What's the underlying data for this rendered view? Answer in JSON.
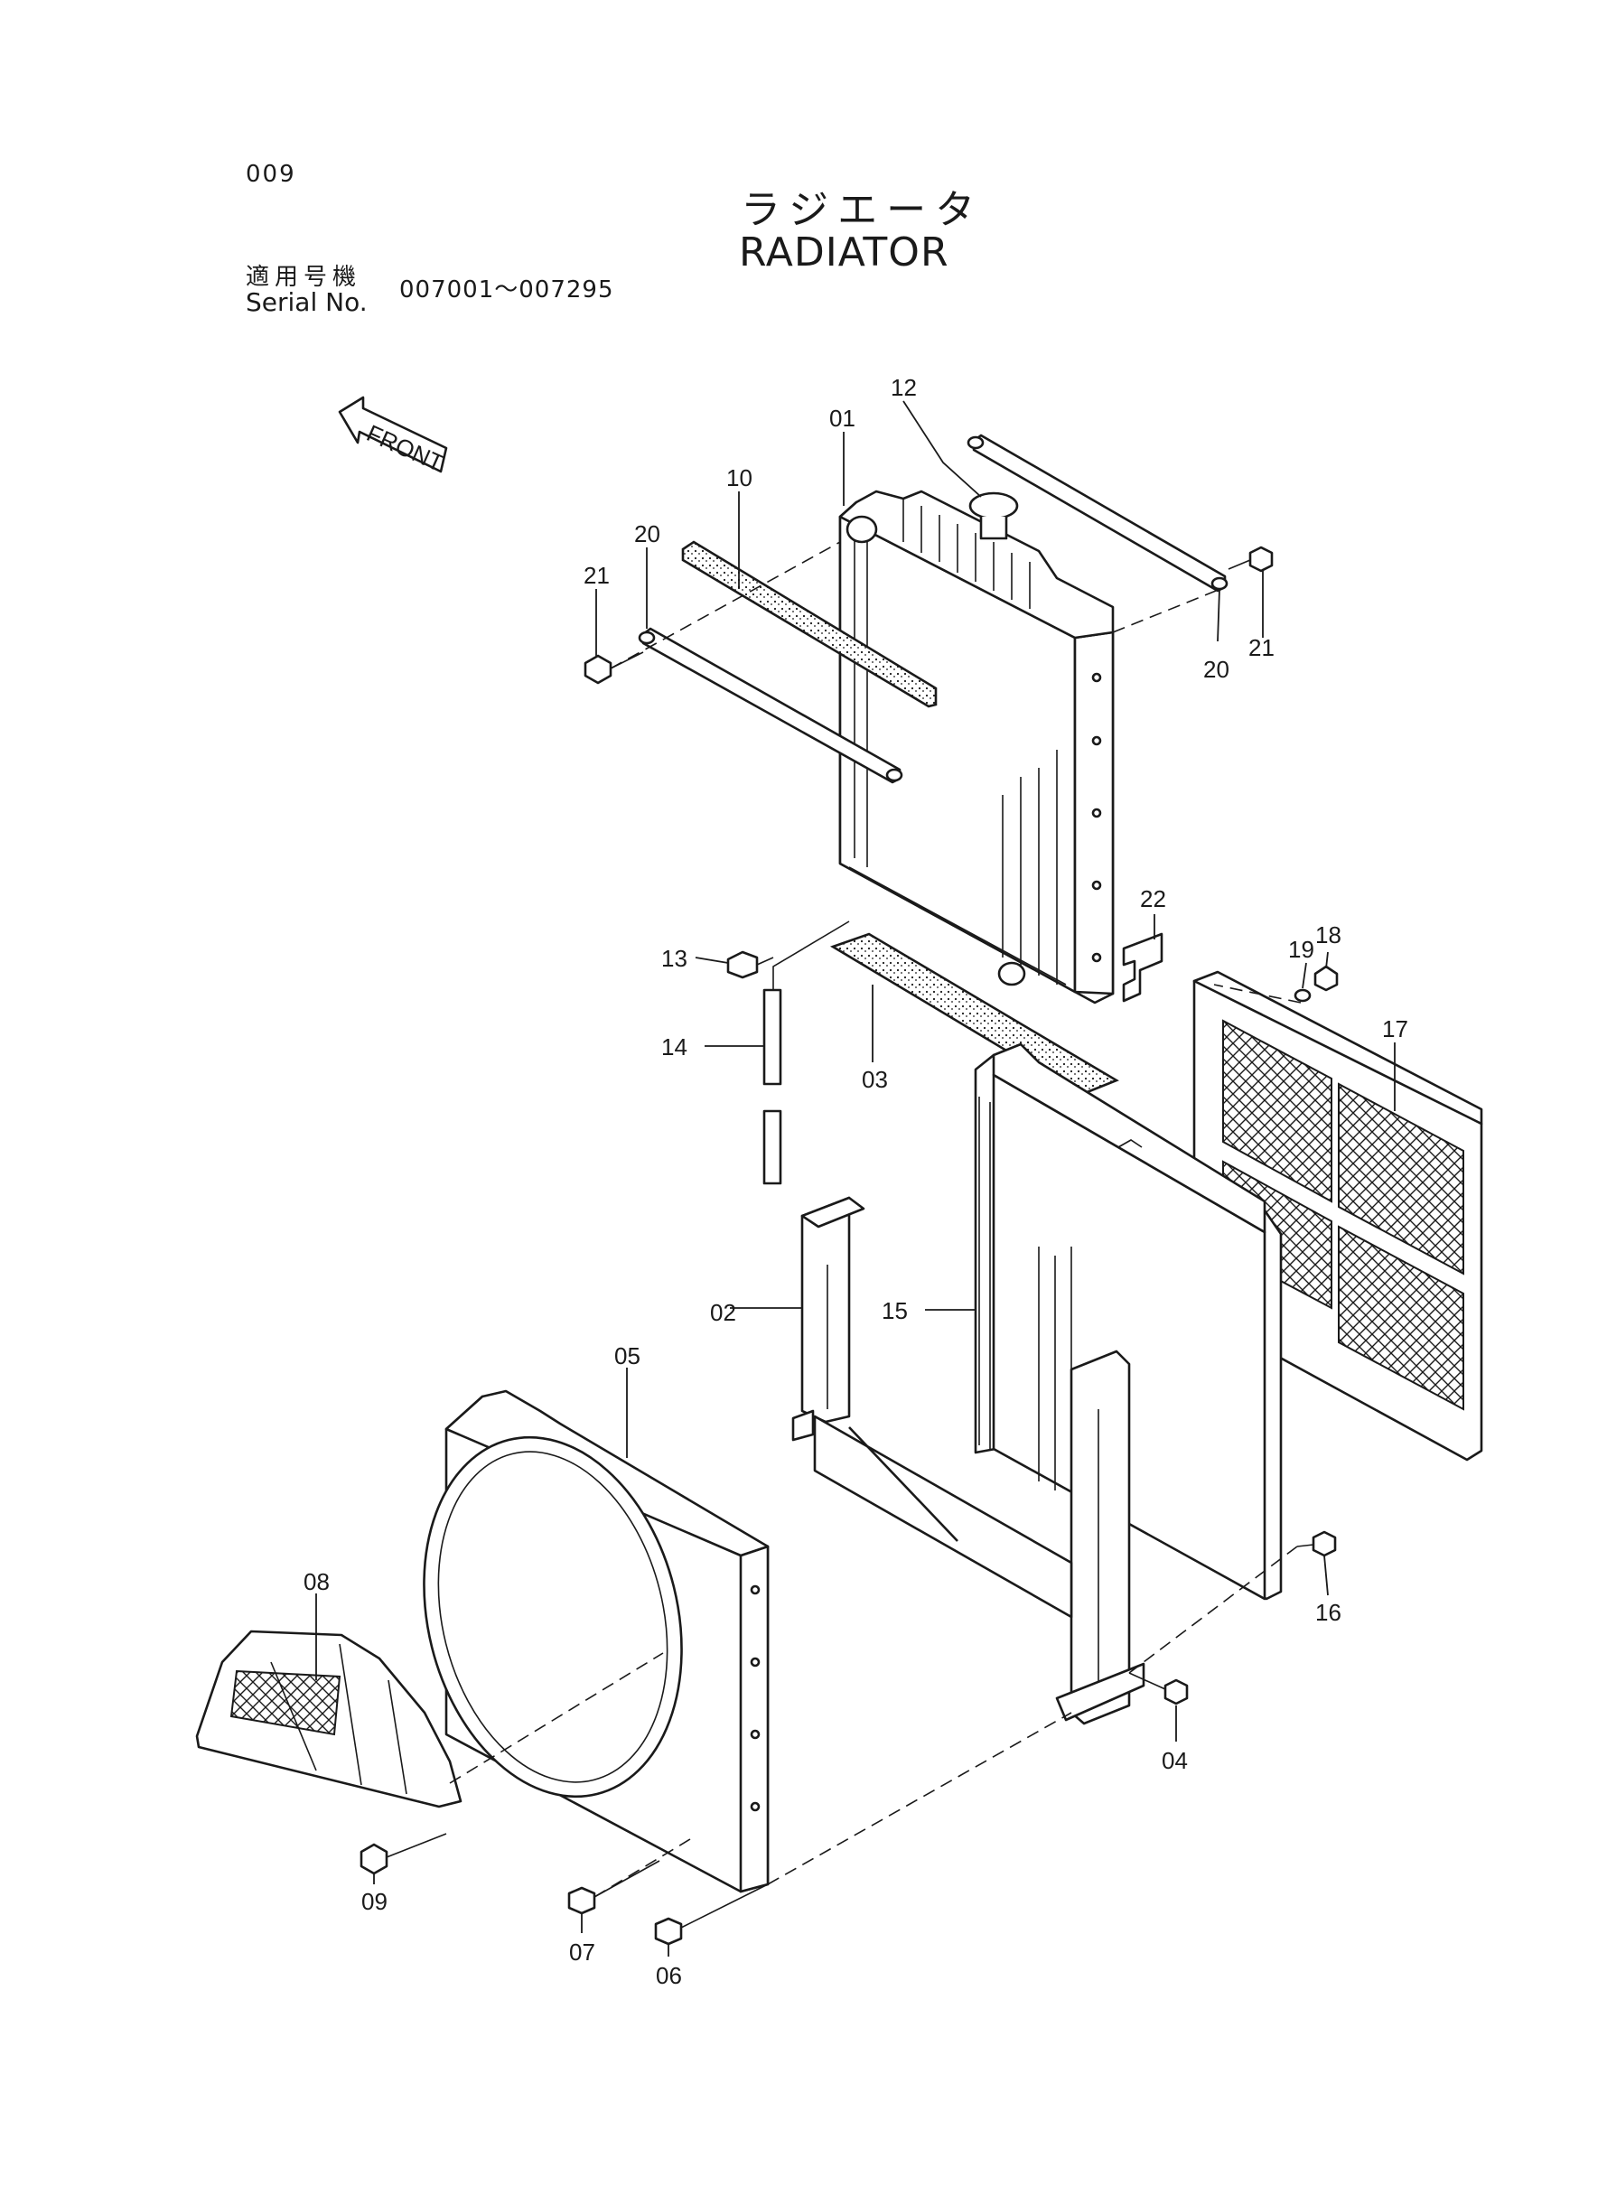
{
  "page_number": "009",
  "title": {
    "japanese": "ラジエータ",
    "english": "RADIATOR"
  },
  "serial": {
    "label_jp": "適用号機",
    "label_en": "Serial No.",
    "range": "007001～007295"
  },
  "direction_marker": "FRONT",
  "callouts": {
    "c01": "01",
    "c02": "02",
    "c03": "03",
    "c04": "04",
    "c05": "05",
    "c06": "06",
    "c07": "07",
    "c08": "08",
    "c09": "09",
    "c10": "10",
    "c12": "12",
    "c13": "13",
    "c14": "14",
    "c15": "15",
    "c16": "16",
    "c17": "17",
    "c18": "18",
    "c19": "19",
    "c20_left": "20",
    "c20_right": "20",
    "c21_left": "21",
    "c21_right": "21",
    "c22": "22"
  },
  "colors": {
    "ink": "#1a1a1a",
    "paper": "#ffffff"
  }
}
